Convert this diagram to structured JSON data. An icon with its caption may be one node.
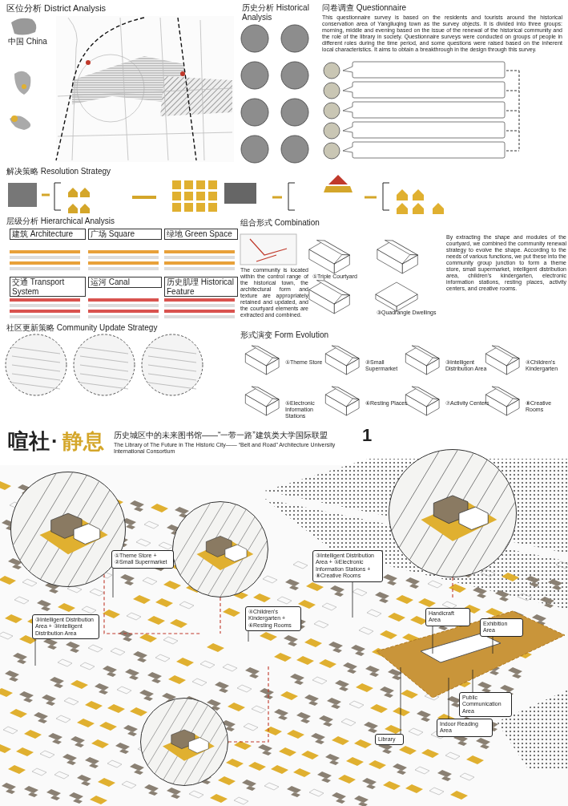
{
  "diagram": {
    "nodes": [
      {
        "text": [],
        "shape": "picture"
      },
      {
        "text": [],
        "shape": "picture"
      },
      {
        "text": [],
        "shape": "picture"
      },
      {
        "text": [],
        "shape": "picture"
      },
      {
        "text": [
          "③Intelligent Distribution Area + ③Intelligent Distribution Area"
        ]
      },
      {
        "text": [
          "①Theme Store + ②Small Supermarket"
        ]
      },
      {
        "text": [
          "④Children's Kindergarten + ⑥Resting Rooms"
        ]
      },
      {
        "text": [
          "③Intelligent Distribution Area + ⑤Electronic Information Stations + ⑧Creative Rooms"
        ]
      },
      {
        "text": [
          "Handicraft Area"
        ]
      },
      {
        "text": [
          "Exhibition Area"
        ]
      },
      {
        "text": [
          "Public Communication Area"
        ]
      },
      {
        "text": [
          "Indoor Reading Area"
        ]
      },
      {
        "text": [
          "Library"
        ]
      }
    ],
    "edges": [
      {
        "from": 0,
        "to": null,
        "arrow": "none",
        "style": "dashed",
        "color": "#c0392b"
      },
      {
        "from": 1,
        "to": null,
        "arrow": "none",
        "style": "dashed",
        "color": "#c0392b"
      },
      {
        "from": 2,
        "to": null,
        "arrow": "none",
        "style": "dashed",
        "color": "#c0392b"
      },
      {
        "from": 3,
        "to": null,
        "arrow": "none",
        "style": "dashed",
        "color": "#c0392b"
      },
      {
        "from": 4,
        "to": null,
        "arrow": "none"
      },
      {
        "from": 5,
        "to": null,
        "arrow": "none"
      },
      {
        "from": 6,
        "to": null,
        "arrow": "none"
      },
      {
        "from": 7,
        "to": null,
        "arrow": "none"
      },
      {
        "from": 8,
        "to": null,
        "arrow": "none"
      },
      {
        "from": 9,
        "to": null,
        "arrow": "none"
      },
      {
        "from": 10,
        "to": null,
        "arrow": "none"
      },
      {
        "from": 11,
        "to": null,
        "arrow": "none"
      },
      {
        "from": 12,
        "to": null,
        "arrow": "none"
      }
    ],
    "labels": [
      "区位分析 District Analysis",
      "中国 China",
      "历史分析 Historical Analysis",
      "问卷调查 Questionnaire",
      "This questionnaire survey is based on the residents and tourists around the historical conservation area of Yangliuqing town as the survey objects. It is divided into three groups: morning, middle and evening based on the issue of the renewal of the historical community and the role of the library in society. Questionnaire surveys were conducted on groups of people in different roles during the time period, and some questions were raised based on the inherent local characteristics. It aims to obtain a breakthrough in the design through this survey.",
      "解决策略 Resolution Strategy",
      "层级分析 Hierarchical Analysis",
      "建筑 Architecture",
      "广场 Square",
      "绿地 Green Space",
      "交通 Transport System",
      "运河 Canal",
      "历史肌理 Historical Feature",
      "组合形式 Combination",
      "①Triple Courtyard",
      "③Quadrangle Dwellings",
      "The community is located within the control range of the historical town, the architectural form and texture are appropriately retained and updated, and the courtyard elements are extracted and combined.",
      "By extracting the shape and modules of the courtyard, we combined the community renewal strategy to evolve the shape. According to the needs of various functions, we put these into the community group junction to form a theme store, small supermarket, intelligent distribution area, children's kindergarten, electronic information stations, resting places, activity centers, and creative rooms.",
      "社区更新策略 Community Update Strategy",
      "形式演变 Form Evolution",
      "①Theme Store",
      "②Small Supermarket",
      "③Intelligent Distribution Area",
      "④Children's Kindergarten",
      "⑤Electronic Information Stations",
      "⑥Resting Places",
      "⑦Activity Centers",
      "⑧Creative Rooms",
      "喧社",
      "·",
      "静息",
      "历史城区中的未来图书馆——“一带一路”建筑类大学国际联盟",
      "The Library of The Future in The Historic City—— “Belt and Road” Architecture University International Consortium",
      "1"
    ]
  }
}
